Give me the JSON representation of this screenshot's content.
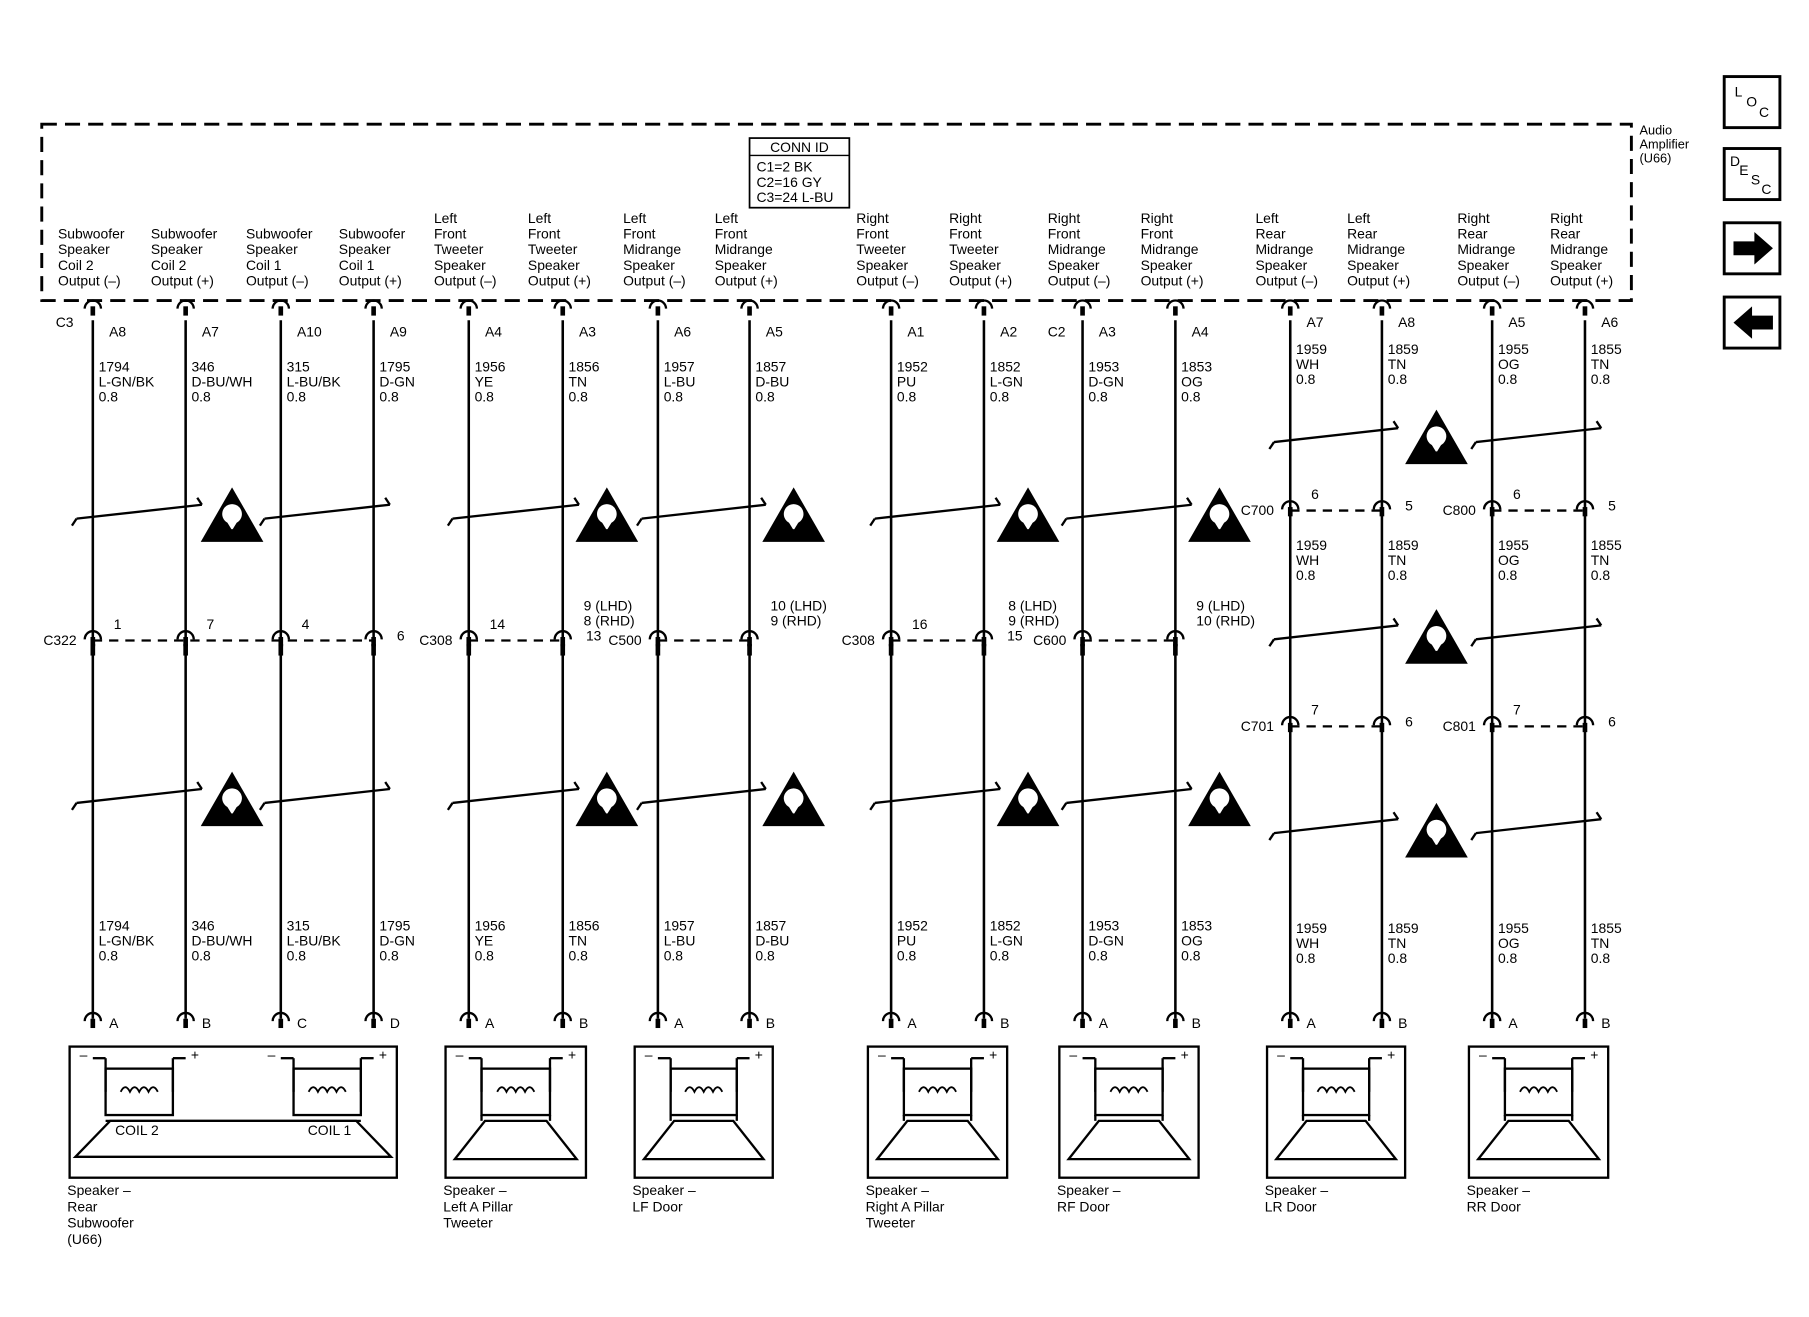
{
  "amplifier": {
    "name": "Audio Amplifier (U66)",
    "lines": [
      "Audio",
      "Amplifier",
      "(U66)"
    ]
  },
  "conn_id": {
    "title": "CONN ID",
    "lines": [
      "C1=2 BK",
      "C2=16 GY",
      "C3=24 L-BU"
    ]
  },
  "connectors": {
    "amp_left": "C3",
    "amp_right": "C2"
  },
  "nav": [
    {
      "label": "LOC",
      "letters": [
        "L",
        "O",
        "C"
      ],
      "icon": "loc-icon"
    },
    {
      "label": "DESC",
      "letters": [
        "D",
        "E",
        "S",
        "C"
      ],
      "icon": "desc-icon"
    },
    {
      "label": "Next",
      "icon": "arrow-right-icon"
    },
    {
      "label": "Previous",
      "icon": "arrow-left-icon"
    }
  ],
  "speakers": [
    {
      "id": "sub",
      "name": [
        "Speaker –",
        "Rear",
        "Subwoofer",
        "(U66)"
      ],
      "coil_labels": [
        "COIL 2",
        "COIL 1"
      ],
      "splice_row": "mid",
      "splice": {
        "name": "C322",
        "pins": [
          "1",
          "7",
          "4",
          "6"
        ]
      },
      "wires": [
        {
          "desc": [
            "Subwoofer",
            "Speaker",
            "Coil 2",
            "Output (–)"
          ],
          "pin": "A8",
          "circuit": "1794",
          "color": "L-GN/BK",
          "gauge": "0.8",
          "end": "A",
          "pol": "–"
        },
        {
          "desc": [
            "Subwoofer",
            "Speaker",
            "Coil 2",
            "Output (+)"
          ],
          "pin": "A7",
          "circuit": "346",
          "color": "D-BU/WH",
          "gauge": "0.8",
          "end": "B",
          "pol": "+"
        },
        {
          "desc": [
            "Subwoofer",
            "Speaker",
            "Coil 1",
            "Output (–)"
          ],
          "pin": "A10",
          "circuit": "315",
          "color": "L-BU/BK",
          "gauge": "0.8",
          "end": "C",
          "pol": "–"
        },
        {
          "desc": [
            "Subwoofer",
            "Speaker",
            "Coil 1",
            "Output (+)"
          ],
          "pin": "A9",
          "circuit": "1795",
          "color": "D-GN",
          "gauge": "0.8",
          "end": "D",
          "pol": "+"
        }
      ]
    },
    {
      "id": "lapt",
      "name": [
        "Speaker –",
        "Left A Pillar",
        "Tweeter"
      ],
      "splice_row": "mid",
      "splice": {
        "name": "C308",
        "pins": [
          "14",
          "13"
        ]
      },
      "wires": [
        {
          "desc": [
            "Left",
            "Front",
            "Tweeter",
            "Speaker",
            "Output (–)"
          ],
          "pin": "A4",
          "circuit": "1956",
          "color": "YE",
          "gauge": "0.8",
          "end": "A",
          "pol": "–"
        },
        {
          "desc": [
            "Left",
            "Front",
            "Tweeter",
            "Speaker",
            "Output (+)"
          ],
          "pin": "A3",
          "circuit": "1856",
          "color": "TN",
          "gauge": "0.8",
          "end": "B",
          "pol": "+"
        }
      ]
    },
    {
      "id": "lf",
      "name": [
        "Speaker –",
        "LF Door"
      ],
      "splice_row": "mid",
      "splice": {
        "name": "C500",
        "pins": [
          "9 (LHD) 8 (RHD)",
          "10 (LHD) 9 (RHD)"
        ]
      },
      "wires": [
        {
          "desc": [
            "Left",
            "Front",
            "Midrange",
            "Speaker",
            "Output (–)"
          ],
          "pin": "A6",
          "circuit": "1957",
          "color": "L-BU",
          "gauge": "0.8",
          "end": "A",
          "pol": "–"
        },
        {
          "desc": [
            "Left",
            "Front",
            "Midrange",
            "Speaker",
            "Output (+)"
          ],
          "pin": "A5",
          "circuit": "1857",
          "color": "D-BU",
          "gauge": "0.8",
          "end": "B",
          "pol": "+"
        }
      ]
    },
    {
      "id": "rapt",
      "name": [
        "Speaker –",
        "Right A Pillar",
        "Tweeter"
      ],
      "splice_row": "mid",
      "splice": {
        "name": "C308",
        "pins": [
          "16",
          "15"
        ]
      },
      "wires": [
        {
          "desc": [
            "Right",
            "Front",
            "Tweeter",
            "Speaker",
            "Output (–)"
          ],
          "pin": "A1",
          "circuit": "1952",
          "color": "PU",
          "gauge": "0.8",
          "end": "A",
          "pol": "–"
        },
        {
          "desc": [
            "Right",
            "Front",
            "Tweeter",
            "Speaker",
            "Output (+)"
          ],
          "pin": "A2",
          "circuit": "1852",
          "color": "L-GN",
          "gauge": "0.8",
          "end": "B",
          "pol": "+"
        }
      ]
    },
    {
      "id": "rf",
      "name": [
        "Speaker –",
        "RF Door"
      ],
      "splice_row": "mid",
      "splice": {
        "name": "C600",
        "pins": [
          "8 (LHD) 9 (RHD)",
          "9 (LHD) 10 (RHD)"
        ]
      },
      "wires": [
        {
          "desc": [
            "Right",
            "Front",
            "Midrange",
            "Speaker",
            "Output (–)"
          ],
          "pin": "A3",
          "circuit": "1953",
          "color": "D-GN",
          "gauge": "0.8",
          "end": "A",
          "pol": "–"
        },
        {
          "desc": [
            "Right",
            "Front",
            "Midrange",
            "Speaker",
            "Output (+)"
          ],
          "pin": "A4",
          "circuit": "1853",
          "color": "OG",
          "gauge": "0.8",
          "end": "B",
          "pol": "+"
        }
      ]
    },
    {
      "id": "lr",
      "name": [
        "Speaker –",
        "LR Door"
      ],
      "splice_row": "rear",
      "splice": {
        "name": "C700",
        "pins": [
          "6",
          "5"
        ]
      },
      "splice2": {
        "name": "C701",
        "pins": [
          "7",
          "6"
        ]
      },
      "wires": [
        {
          "desc": [
            "Left",
            "Rear",
            "Midrange",
            "Speaker",
            "Output (–)"
          ],
          "pin": "A7",
          "circuit": "1959",
          "color": "WH",
          "gauge": "0.8",
          "end": "A",
          "pol": "–"
        },
        {
          "desc": [
            "Left",
            "Rear",
            "Midrange",
            "Speaker",
            "Output (+)"
          ],
          "pin": "A8",
          "circuit": "1859",
          "color": "TN",
          "gauge": "0.8",
          "end": "B",
          "pol": "+"
        }
      ]
    },
    {
      "id": "rr",
      "name": [
        "Speaker –",
        "RR Door"
      ],
      "splice_row": "rear",
      "splice": {
        "name": "C800",
        "pins": [
          "6",
          "5"
        ]
      },
      "splice2": {
        "name": "C801",
        "pins": [
          "7",
          "6"
        ]
      },
      "wires": [
        {
          "desc": [
            "Right",
            "Rear",
            "Midrange",
            "Speaker",
            "Output (–)"
          ],
          "pin": "A5",
          "circuit": "1955",
          "color": "OG",
          "gauge": "0.8",
          "end": "A",
          "pol": "–"
        },
        {
          "desc": [
            "Right",
            "Rear",
            "Midrange",
            "Speaker",
            "Output (+)"
          ],
          "pin": "A6",
          "circuit": "1855",
          "color": "TN",
          "gauge": "0.8",
          "end": "B",
          "pol": "+"
        }
      ]
    }
  ]
}
